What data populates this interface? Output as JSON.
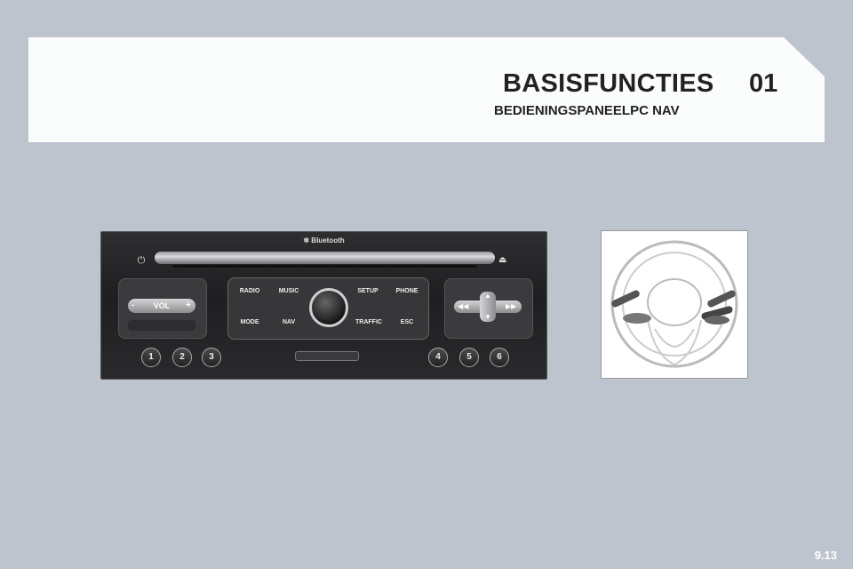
{
  "header": {
    "title": "BASISFUNCTIES",
    "chapter": "01",
    "subtitle": "BEDIENINGSPANEELPC NAV"
  },
  "panel": {
    "bluetooth_label": "✻ Bluetooth",
    "vol_label": "VOL",
    "vol_minus": "-",
    "vol_plus": "+",
    "buttons": {
      "radio": "RADIO",
      "music": "MUSIC",
      "setup": "SETUP",
      "phone": "PHONE",
      "mode": "MODE",
      "nav": "NAV",
      "traffic": "TRAFFIC",
      "esc": "ESC"
    },
    "presets": [
      "1",
      "2",
      "3",
      "4",
      "5",
      "6"
    ],
    "icons": {
      "power": "power-icon",
      "eject": "eject-icon",
      "nav_pad": "direction-pad-icon"
    }
  },
  "footer": {
    "page": "9.13"
  }
}
